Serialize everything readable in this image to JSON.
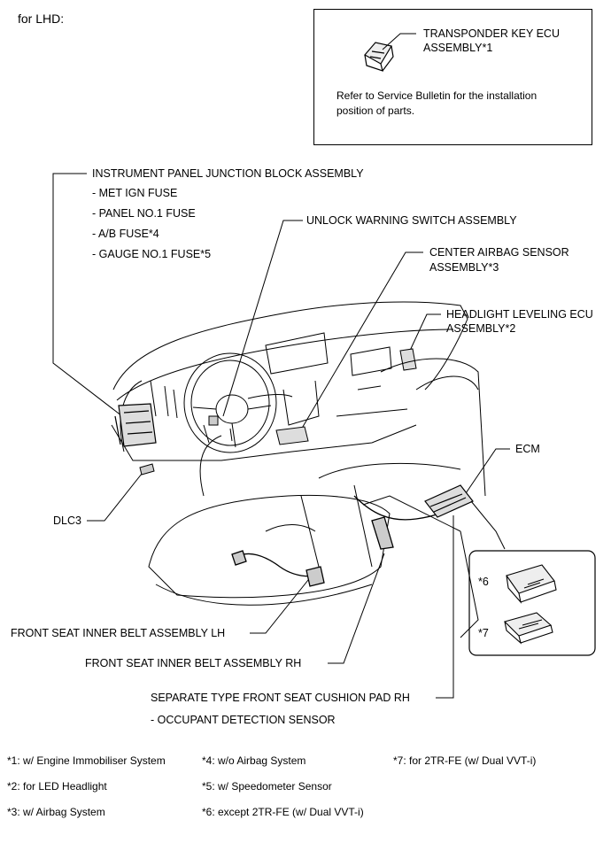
{
  "heading": "for LHD:",
  "inset": {
    "part_label_line1": "TRANSPONDER KEY ECU",
    "part_label_line2": "ASSEMBLY*1",
    "note_line1": "Refer to Service Bulletin for the installation",
    "note_line2": "position of parts."
  },
  "labels": {
    "junction_block": "INSTRUMENT PANEL JUNCTION BLOCK ASSEMBLY",
    "fuse_met_ign": "- MET IGN FUSE",
    "fuse_panel": "- PANEL NO.1 FUSE",
    "fuse_ab": "- A/B FUSE*4",
    "fuse_gauge": "- GAUGE NO.1 FUSE*5",
    "unlock_warning": "UNLOCK WARNING SWITCH ASSEMBLY",
    "center_airbag_1": "CENTER AIRBAG SENSOR",
    "center_airbag_2": "ASSEMBLY*3",
    "headlight_1": "HEADLIGHT LEVELING ECU",
    "headlight_2": "ASSEMBLY*2",
    "ecm": "ECM",
    "dlc3": "DLC3",
    "ecm_variant_6": "*6",
    "ecm_variant_7": "*7",
    "belt_lh": "FRONT SEAT INNER BELT ASSEMBLY LH",
    "belt_rh": "FRONT SEAT INNER BELT ASSEMBLY RH",
    "cushion_pad": "SEPARATE TYPE FRONT SEAT CUSHION PAD RH",
    "occupant_sensor": "- OCCUPANT DETECTION SENSOR"
  },
  "footnotes": {
    "n1": "*1: w/ Engine Immobiliser System",
    "n2": "*2: for LED Headlight",
    "n3": "*3: w/ Airbag System",
    "n4": "*4: w/o Airbag System",
    "n5": "*5: w/ Speedometer Sensor",
    "n6": "*6: except 2TR-FE (w/ Dual VVT-i)",
    "n7": "*7: for 2TR-FE (w/ Dual VVT-i)"
  }
}
